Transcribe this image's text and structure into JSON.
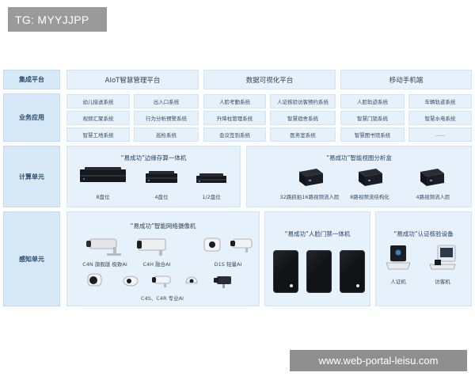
{
  "watermark_top": "TG: MYYJJPP",
  "watermark_bottom": "www.web-portal-leisu.com",
  "rows": {
    "integration": "集成平台",
    "apps": "业务应用",
    "compute": "计算单元",
    "sense": "感知单元"
  },
  "platforms": [
    "AIoT智慧管理平台",
    "数据可视化平台",
    "移动手机端"
  ],
  "apps": [
    [
      "幼儿接送系统",
      "出入口系统",
      "人脸考勤系统",
      "人证核验访客预约系统",
      "人脸轨迹系统",
      "车辆轨迹系统"
    ],
    [
      "视频汇聚系统",
      "行为分析预警系统",
      "升降柱管理系统",
      "智慧宿舍系统",
      "智慧门锁系统",
      "智慧水电系统"
    ],
    [
      "智慧工地系统",
      "巡检系统",
      "会议签到系统",
      "医务室系统",
      "智慧图书馆系统",
      "......"
    ]
  ],
  "compute": {
    "left": {
      "title": "“易成功”边缘存算一体机",
      "items": [
        "8盘位",
        "4盘位",
        "1/2盘位"
      ]
    },
    "right": {
      "title": "“易成功”智能视图分析盒",
      "items": [
        "32路抓拍16路视频流人脸",
        "8路视频流结构化",
        "4路视频流人脸"
      ]
    }
  },
  "sense": {
    "cameras": {
      "title": "“易成功”智能网络摄像机",
      "labels": [
        "C4N 旗舰版 极致AI",
        "C4H 融合AI",
        "D1S 轻量AI",
        "C4S、C4R 专业AI"
      ]
    },
    "face": {
      "title": "“易成功”人脸门禁一体机"
    },
    "verify": {
      "title": "“易成功”认证核验设备",
      "labels": [
        "人证机",
        "访客机"
      ]
    }
  },
  "colors": {
    "panel": "#e6f1fb",
    "label": "#d7e8f7",
    "device": "#16181c"
  }
}
